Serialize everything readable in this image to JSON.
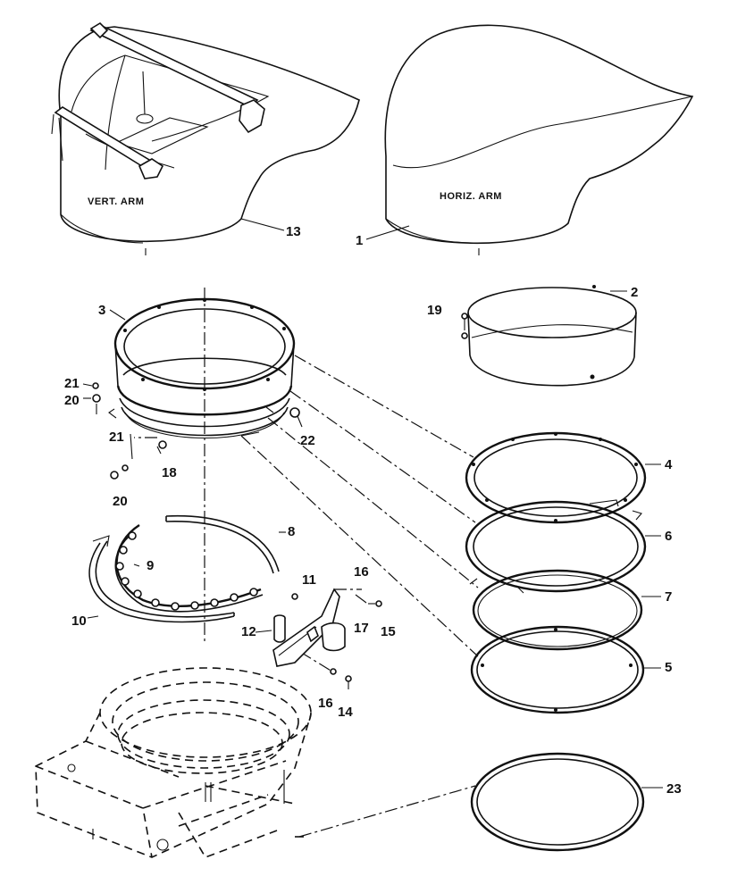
{
  "labels": {
    "vert_arm": "VERT. ARM",
    "horiz_arm": "HORIZ. ARM"
  },
  "callouts": {
    "c1": "1",
    "c2": "2",
    "c3": "3",
    "c4": "4",
    "c5": "5",
    "c6": "6",
    "c7": "7",
    "c8": "8",
    "c9": "9",
    "c10": "10",
    "c11": "11",
    "c12": "12",
    "c13": "13",
    "c14": "14",
    "c15": "15",
    "c16a": "16",
    "c16b": "16",
    "c17": "17",
    "c18": "18",
    "c19": "19",
    "c20a": "20",
    "c20b": "20",
    "c21a": "21",
    "c21b": "21",
    "c22": "22",
    "c23": "23"
  }
}
